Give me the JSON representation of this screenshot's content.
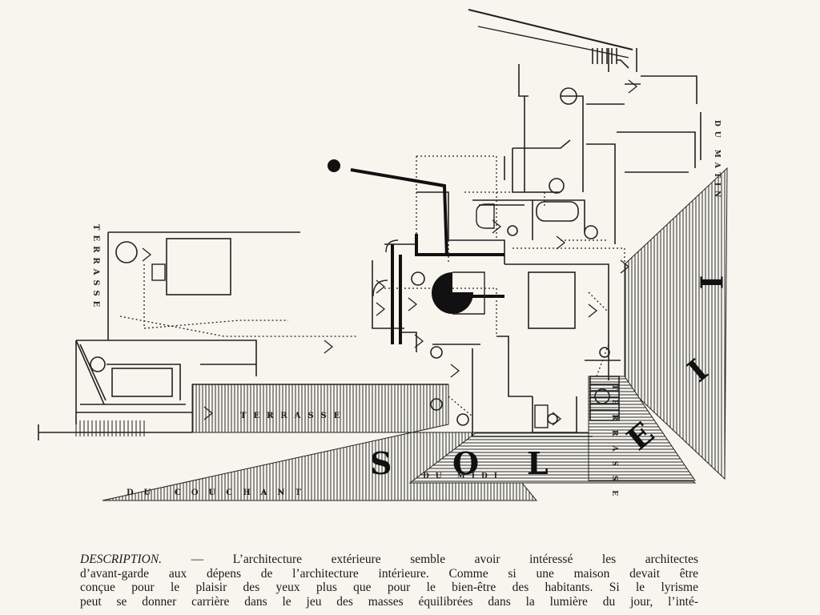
{
  "labels": {
    "terrasse_left": "TERRASSE",
    "terrasse_center": "TERRASSE",
    "du_couchant": "DU COUCHANT",
    "du_midi": "DU MIDI",
    "du_matin": "DU MATIN",
    "terrasse_right": "TERRASSE",
    "soleil_s": "S",
    "soleil_o": "O",
    "soleil_l": "L",
    "soleil_e": "E",
    "soleil_i1": "I",
    "soleil_i2": "I"
  },
  "caption": {
    "lead": "DESCRIPTION.",
    "line1": " — L’architecture extérieure semble avoir intéressé les architectes",
    "line2": "d’avant-garde aux dépens de l’architecture intérieure. Comme si une maison devait être",
    "line3": "conçue pour le plaisir des yeux plus que pour le bien-être des habitants. Si le lyrisme",
    "line4": "peut se donner carrière dans le jeu des masses équilibrées dans la lumière du jour, l’inté-"
  }
}
